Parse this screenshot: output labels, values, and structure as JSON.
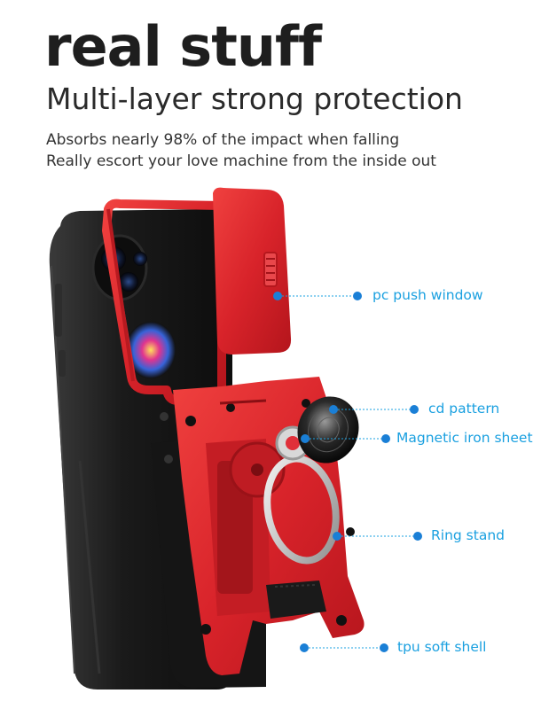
{
  "headline": "real stuff",
  "subheadline": "Multi-layer strong protection",
  "description": [
    "Absorbs nearly 98% of the impact when falling",
    "Really escort your love machine from the inside out"
  ],
  "callouts": [
    {
      "label": "pc push window"
    },
    {
      "label": "cd pattern"
    },
    {
      "label": "Magnetic iron sheet"
    },
    {
      "label": "Ring stand"
    },
    {
      "label": "tpu soft shell"
    }
  ],
  "colors": {
    "accent": "#1aa0e0",
    "case_red": "#d8232a",
    "case_black": "#1b1b1b",
    "dot": "#1a7fd6"
  }
}
